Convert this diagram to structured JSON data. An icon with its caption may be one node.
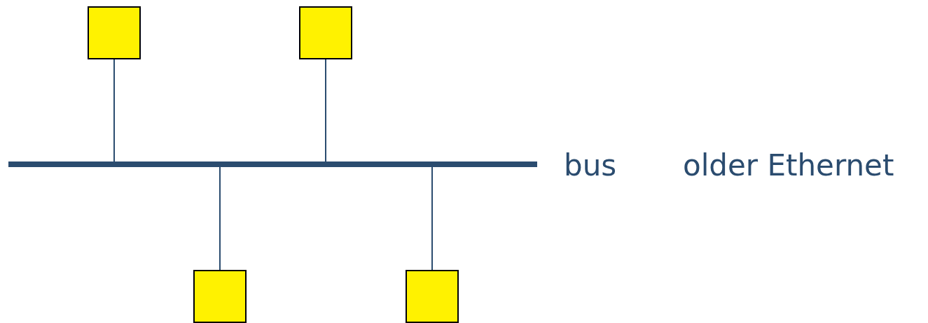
{
  "diagram": {
    "nodes": [
      {
        "text": [],
        "shape": "box"
      },
      {
        "text": [],
        "shape": "box"
      },
      {
        "text": [],
        "shape": "bar",
        "beside": [
          "bus"
        ]
      },
      {
        "text": [],
        "shape": "box"
      },
      {
        "text": [],
        "shape": "box"
      }
    ],
    "edges": [
      {
        "from": 0,
        "to": 2,
        "arrow": "none"
      },
      {
        "from": 1,
        "to": 2,
        "arrow": "none"
      },
      {
        "from": 3,
        "to": 2,
        "arrow": "none"
      },
      {
        "from": 4,
        "to": 2,
        "arrow": "none"
      }
    ],
    "labels": [
      "older Ethernet"
    ]
  }
}
